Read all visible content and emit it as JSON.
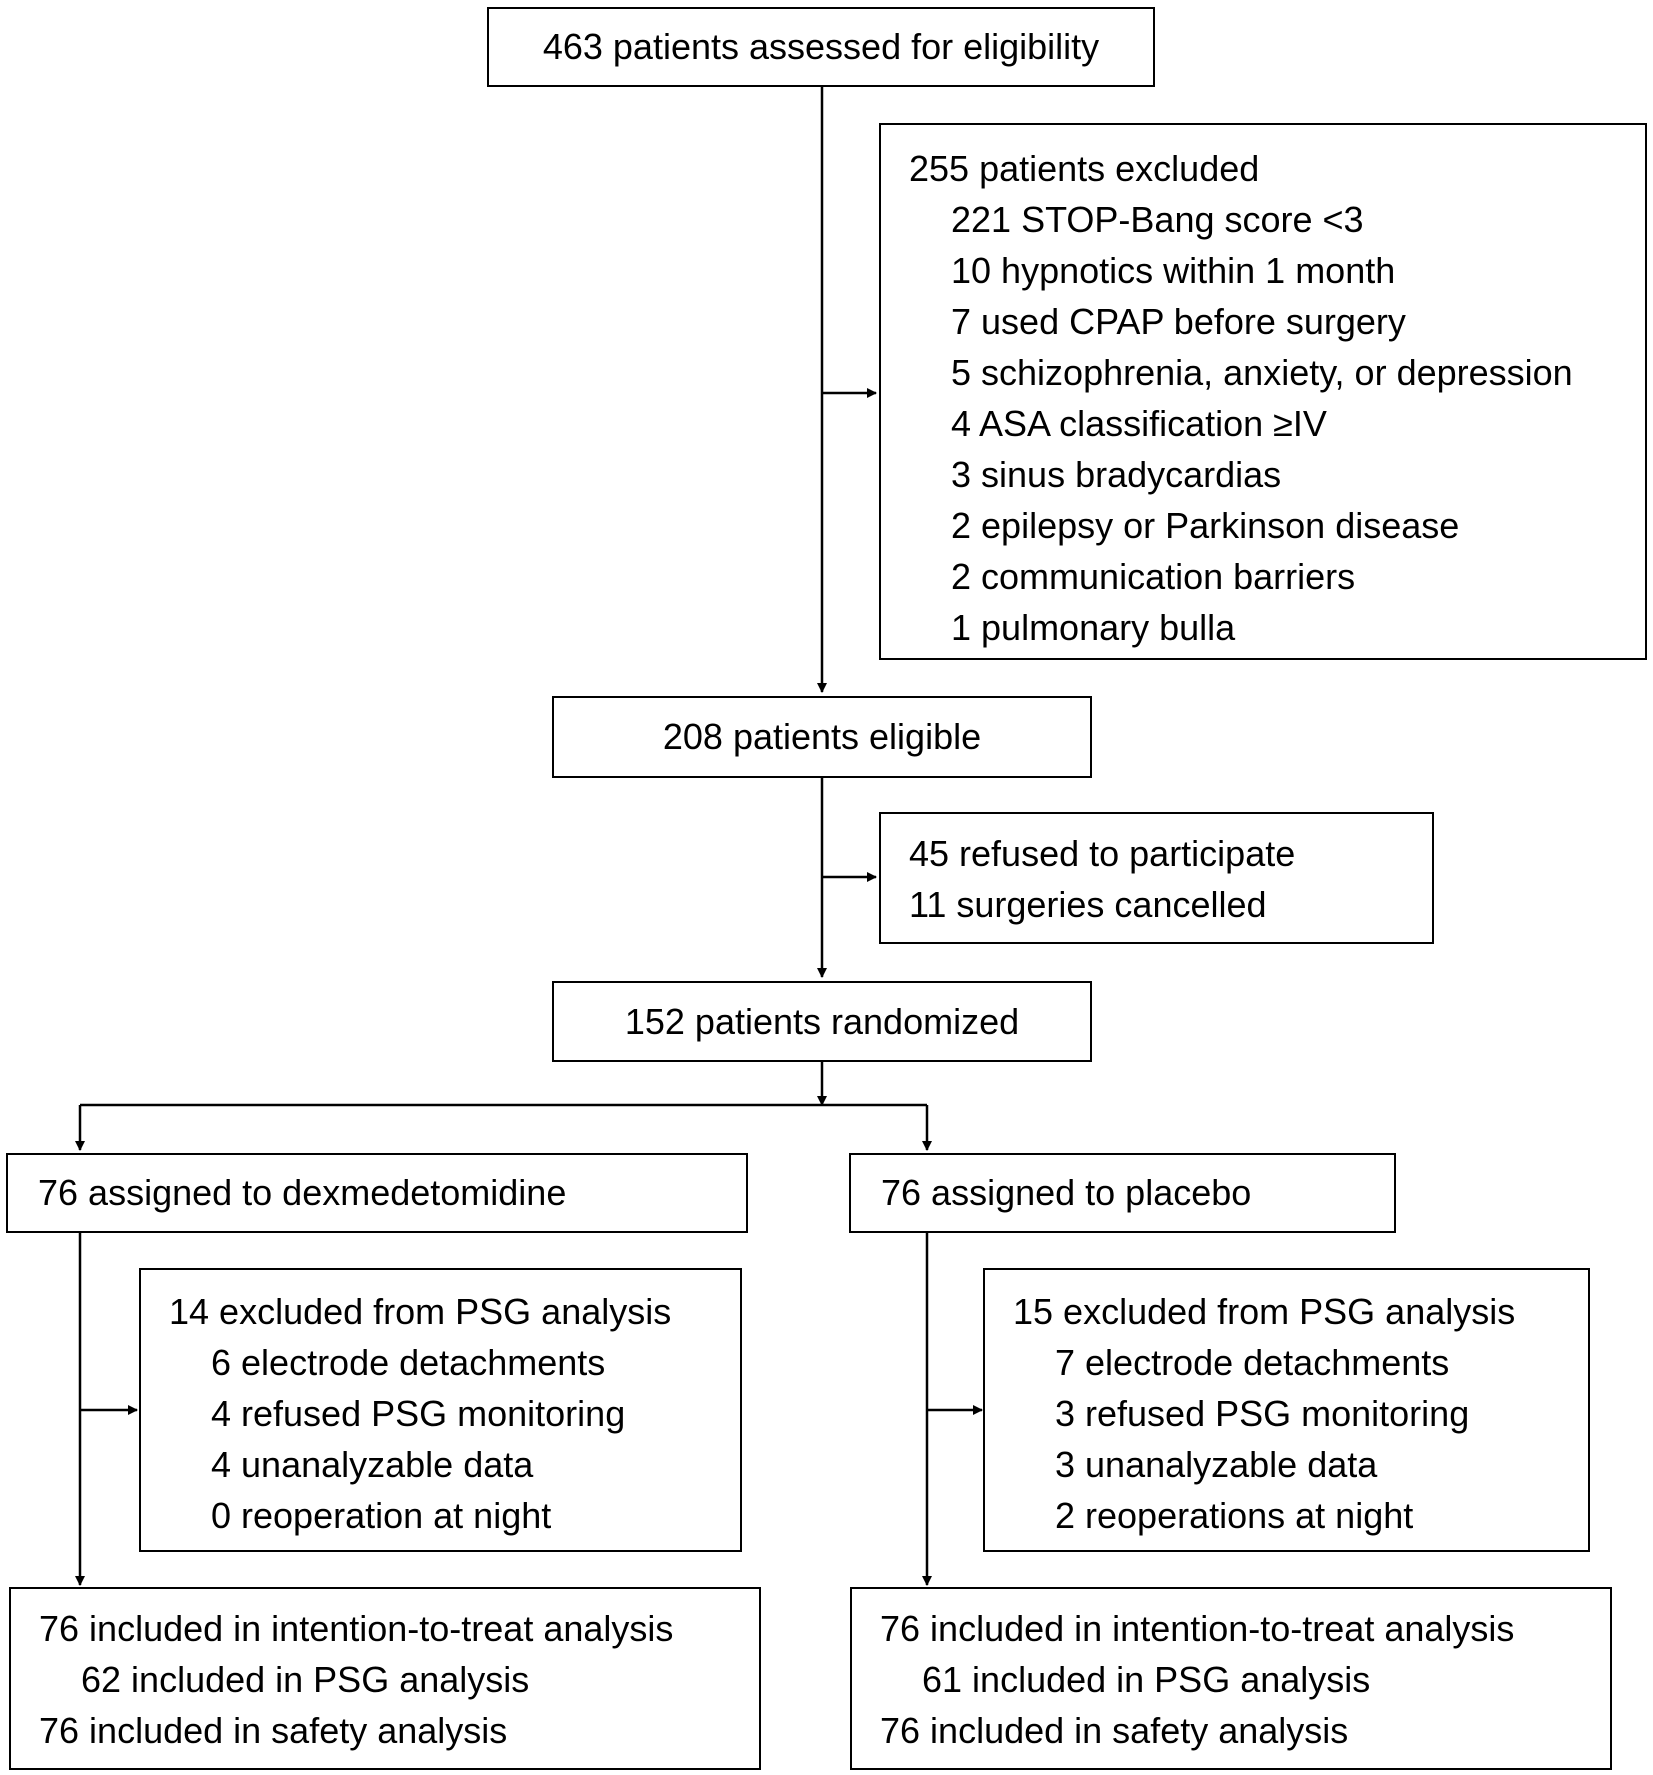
{
  "assessed": "463 patients assessed for eligibility",
  "excluded": {
    "header": "255 patients excluded",
    "items": [
      "221 STOP-Bang score <3",
      "10 hypnotics within 1 month",
      "7 used CPAP before surgery",
      "5 schizophrenia, anxiety, or depression",
      "4 ASA classification ≥IV",
      "3 sinus bradycardias",
      "2 epilepsy or Parkinson disease",
      "2 communication barriers",
      "1 pulmonary bulla"
    ]
  },
  "eligible": "208 patients eligible",
  "refused": [
    "45 refused to participate",
    "11 surgeries cancelled"
  ],
  "randomized": "152 patients randomized",
  "arms": {
    "dex": {
      "assigned": "76 assigned to dexmedetomidine",
      "excluded_header": "14 excluded from PSG analysis",
      "excluded_items": [
        "6 electrode detachments",
        "4 refused PSG monitoring",
        "4 unanalyzable data",
        "0 reoperation at night"
      ],
      "itt": "76 included in intention-to-treat analysis",
      "psg": "62 included in PSG analysis",
      "safety": "76 included in safety analysis"
    },
    "placebo": {
      "assigned": "76 assigned to placebo",
      "excluded_header": "15 excluded from PSG analysis",
      "excluded_items": [
        "7 electrode detachments",
        "3 refused PSG monitoring",
        "3 unanalyzable data",
        "2 reoperations at night"
      ],
      "itt": "76 included in intention-to-treat analysis",
      "psg": "61 included in PSG analysis",
      "safety": "76 included in safety analysis"
    }
  }
}
